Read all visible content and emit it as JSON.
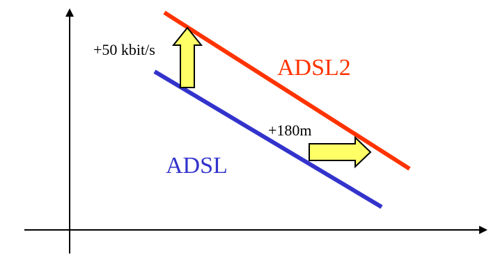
{
  "diagram": {
    "series": [
      {
        "name": "ADSL2",
        "color": "#ff3300"
      },
      {
        "name": "ADSL",
        "color": "#3333cc"
      }
    ],
    "annotations": {
      "rate_gain": "+50 kbit/s",
      "reach_gain": "+180m"
    },
    "arrow_fill": "#ffff66",
    "arrow_stroke": "#000000",
    "axis_color": "#000000",
    "label_text_color": "#000000"
  }
}
